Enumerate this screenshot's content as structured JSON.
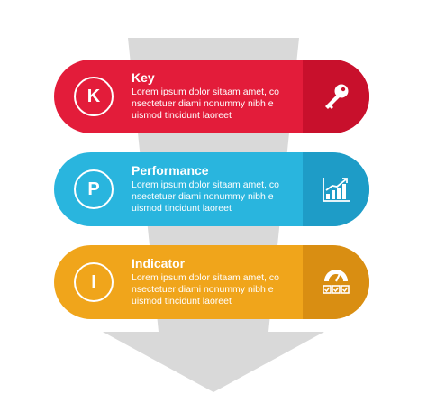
{
  "colors": {
    "red": "#e31c3a",
    "blue": "#29b5de",
    "orange": "#f0a51b",
    "arrow": "#d9d9d9"
  },
  "items": [
    {
      "letter": "K",
      "title": "Key",
      "lines": [
        "Lorem ipsum dolor sitaam amet, co",
        "nsectetuer diami nonummy  nibh e",
        "uismod tincidunt laoreet"
      ],
      "icon": "key-icon"
    },
    {
      "letter": "P",
      "title": "Performance",
      "lines": [
        "Lorem ipsum dolor sitaam amet, co",
        "nsectetuer diami nonummy  nibh e",
        "uismod tincidunt laoreet"
      ],
      "icon": "growth-chart-icon"
    },
    {
      "letter": "I",
      "title": "Indicator",
      "lines": [
        "Lorem ipsum dolor sitaam amet, co",
        "nsectetuer diami nonummy  nibh e",
        "uismod tincidunt laoreet"
      ],
      "icon": "gauge-checklist-icon"
    }
  ]
}
